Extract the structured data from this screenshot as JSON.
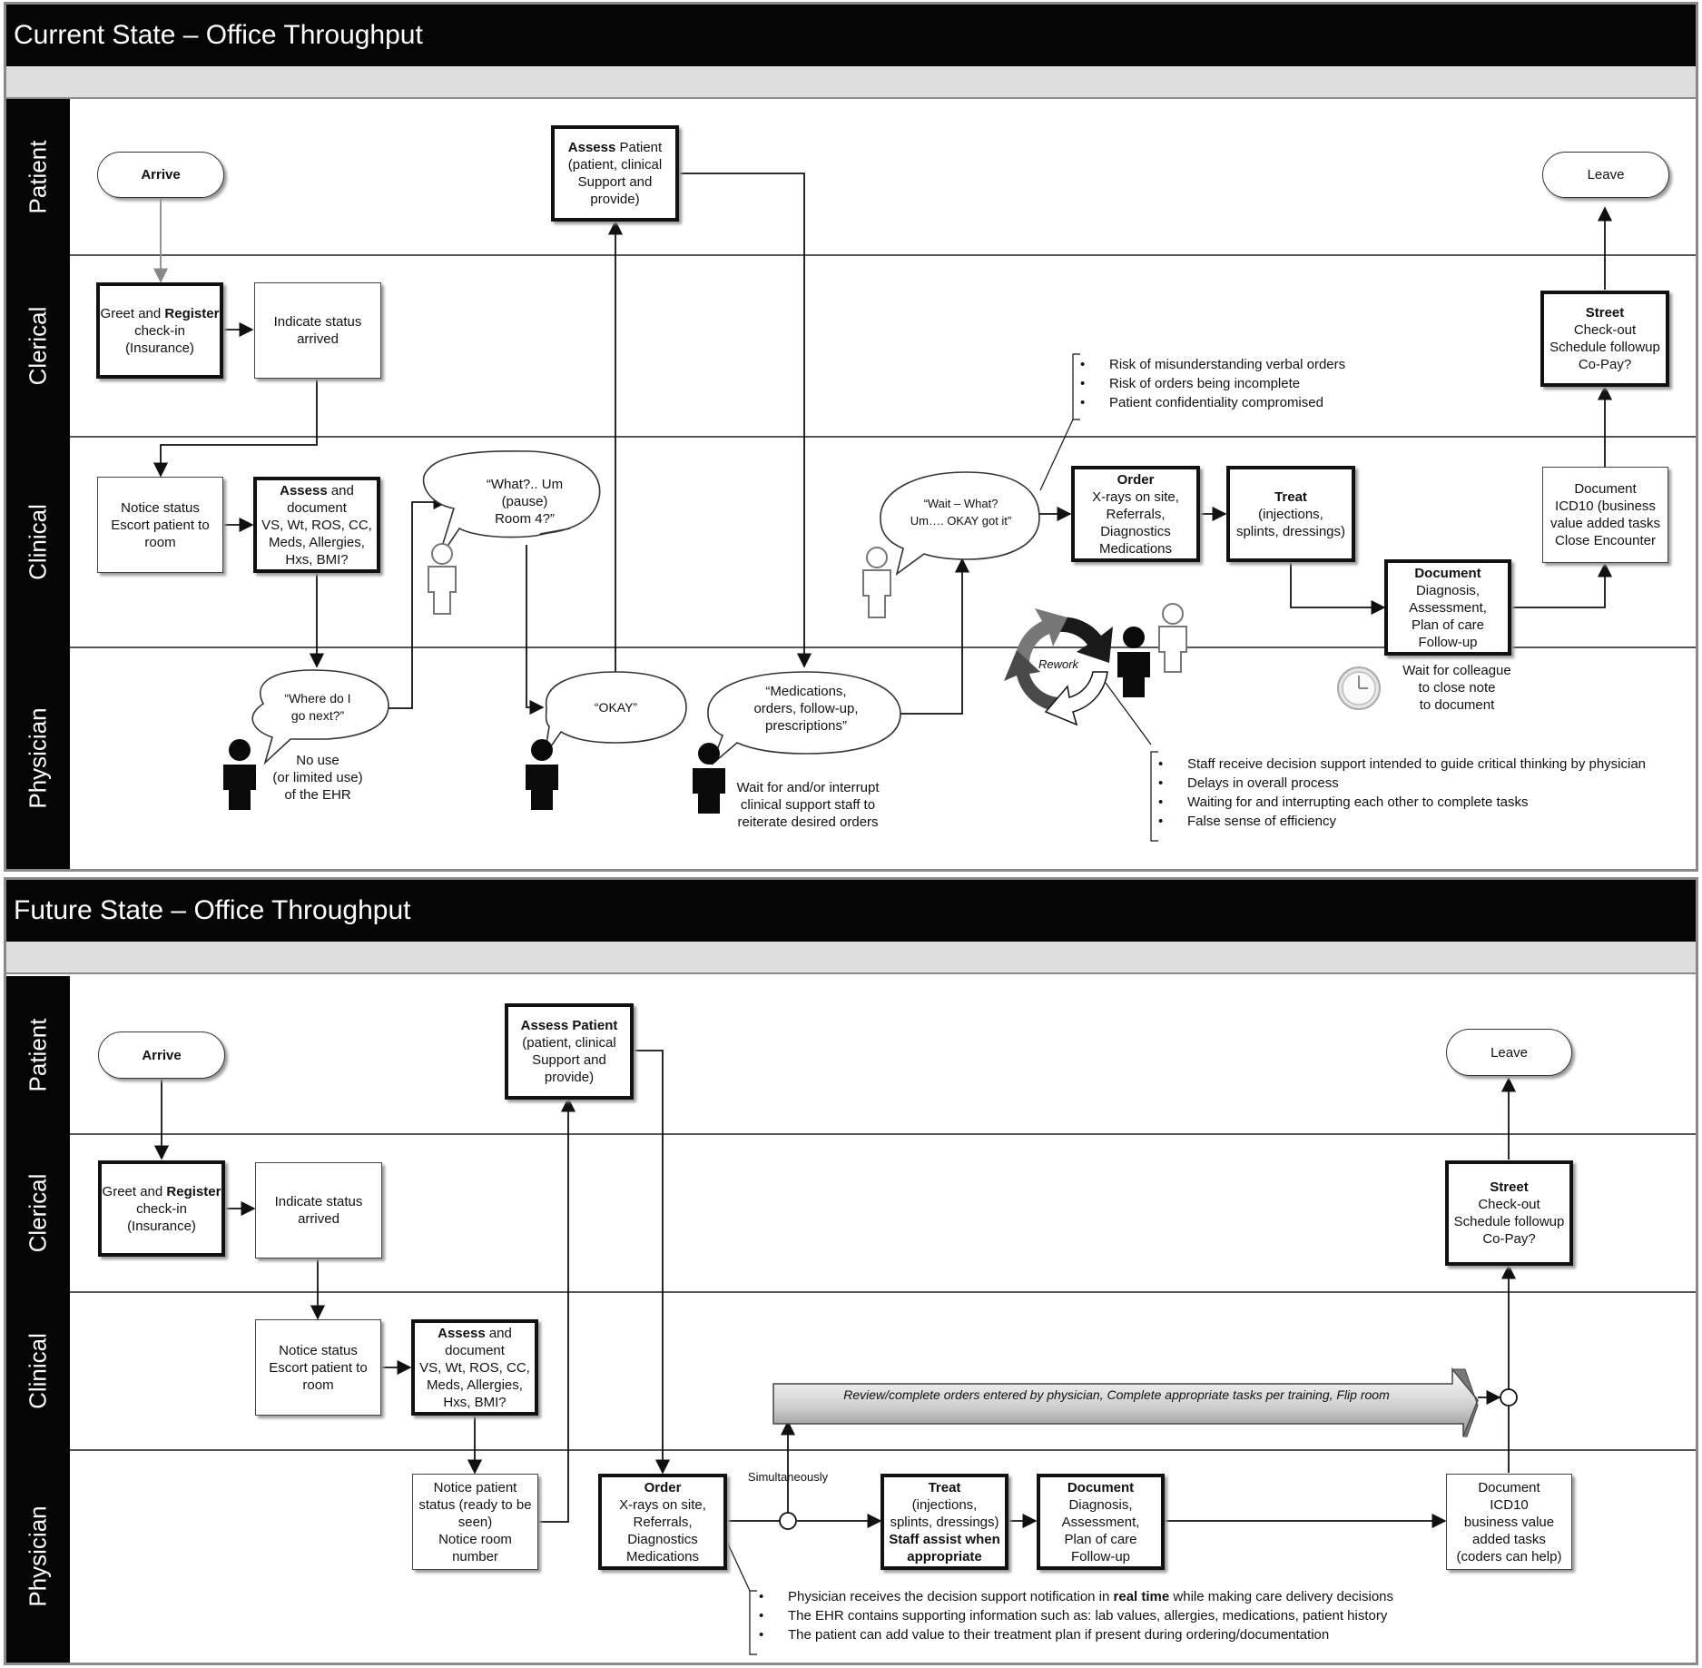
{
  "current": {
    "title": "Current State – Office Throughput",
    "lanes": [
      "Patient",
      "Clerical",
      "Clinical",
      "Physician"
    ],
    "arrive": "Arrive",
    "leave": "Leave",
    "assess_patient": [
      "Assess",
      " Patient",
      "(patient, clinical",
      "Support and",
      "provide)"
    ],
    "greet": [
      "Greet and ",
      "Register",
      "check-in",
      "(Insurance)"
    ],
    "indicate": [
      "Indicate status",
      "arrived"
    ],
    "notice": [
      "Notice status",
      "Escort patient to",
      "room"
    ],
    "assess_doc": [
      "Assess",
      " and",
      "document",
      "VS, Wt, ROS, CC,",
      "Meds, Allergies,",
      "Hxs, BMI?"
    ],
    "bubble_what": [
      "“What?.. Um",
      "(pause)",
      "Room 4?”"
    ],
    "bubble_where": [
      "“Where do I",
      "go next?”"
    ],
    "bubble_okay": "“OKAY”",
    "bubble_meds": [
      "“Medications,",
      "orders, follow-up,",
      "prescriptions”"
    ],
    "bubble_wait": [
      "“Wait – What?",
      "Um…. OKAY got it”"
    ],
    "no_use": [
      "No use",
      "(or limited use)",
      "of the EHR"
    ],
    "wait_interrupt": [
      "Wait for and/or interrupt",
      "clinical support staff to",
      "reiterate desired orders"
    ],
    "order": [
      "Order",
      "X-rays on site,",
      "Referrals,",
      "Diagnostics",
      "Medications"
    ],
    "treat": [
      "Treat",
      "(injections,",
      "splints, dressings)"
    ],
    "document": [
      "Document",
      "Diagnosis,",
      "Assessment,",
      "Plan of care",
      "Follow-up"
    ],
    "doc_icd": [
      "Document",
      "ICD10 (business",
      "value added tasks",
      "Close Encounter"
    ],
    "street": [
      "Street",
      "Check-out",
      "Schedule followup",
      "Co-Pay?"
    ],
    "rework": "Rework",
    "wait_colleague": [
      "Wait for colleague",
      "to close note",
      "to document"
    ],
    "risks": [
      "Risk of misunderstanding verbal orders",
      "Risk of orders being incomplete",
      "Patient confidentiality compromised"
    ],
    "issues": [
      "Staff receive decision support intended to guide critical thinking by physician",
      "Delays in overall process",
      "Waiting for and interrupting each other to complete tasks",
      "False sense of efficiency"
    ]
  },
  "future": {
    "title": "Future State – Office Throughput",
    "lanes": [
      "Patient",
      "Clerical",
      "Clinical",
      "Physician"
    ],
    "arrive": "Arrive",
    "leave": "Leave",
    "assess_patient": [
      "Assess Patient",
      "(patient, clinical",
      "Support and",
      "provide)"
    ],
    "greet": [
      "Greet and ",
      "Register",
      "check-in",
      "(Insurance)"
    ],
    "indicate": [
      "Indicate status",
      "arrived"
    ],
    "notice": [
      "Notice status",
      "Escort patient to",
      "room"
    ],
    "assess_doc": [
      "Assess",
      " and",
      "document",
      "VS, Wt, ROS, CC,",
      "Meds, Allergies,",
      "Hxs, BMI?"
    ],
    "notice_patient": [
      "Notice patient",
      "status (ready to be",
      "seen)",
      "Notice room",
      "number"
    ],
    "order": [
      "Order",
      "X-rays on site,",
      "Referrals,",
      "Diagnostics",
      "Medications"
    ],
    "simultaneously": "Simultaneously",
    "treat": [
      "Treat",
      "(injections,",
      "splints, dressings)",
      "Staff assist when",
      "appropriate"
    ],
    "document": [
      "Document",
      "Diagnosis,",
      "Assessment,",
      "Plan of care",
      "Follow-up"
    ],
    "doc_icd": [
      "Document",
      "ICD10",
      "business value",
      "added tasks",
      "(coders can help)"
    ],
    "street": [
      "Street",
      "Check-out",
      "Schedule followup",
      "Co-Pay?"
    ],
    "review_banner": "Review/complete orders entered by physician, Complete appropriate tasks per training, Flip room",
    "notes_1a": "Physician receives the decision support notification in ",
    "notes_1b": "real time",
    "notes_1c": " while making care delivery decisions",
    "notes": [
      "The EHR contains supporting information such as: lab values, allergies, medications, patient history",
      "The patient can add value to their treatment plan if  present during ordering/documentation"
    ]
  }
}
